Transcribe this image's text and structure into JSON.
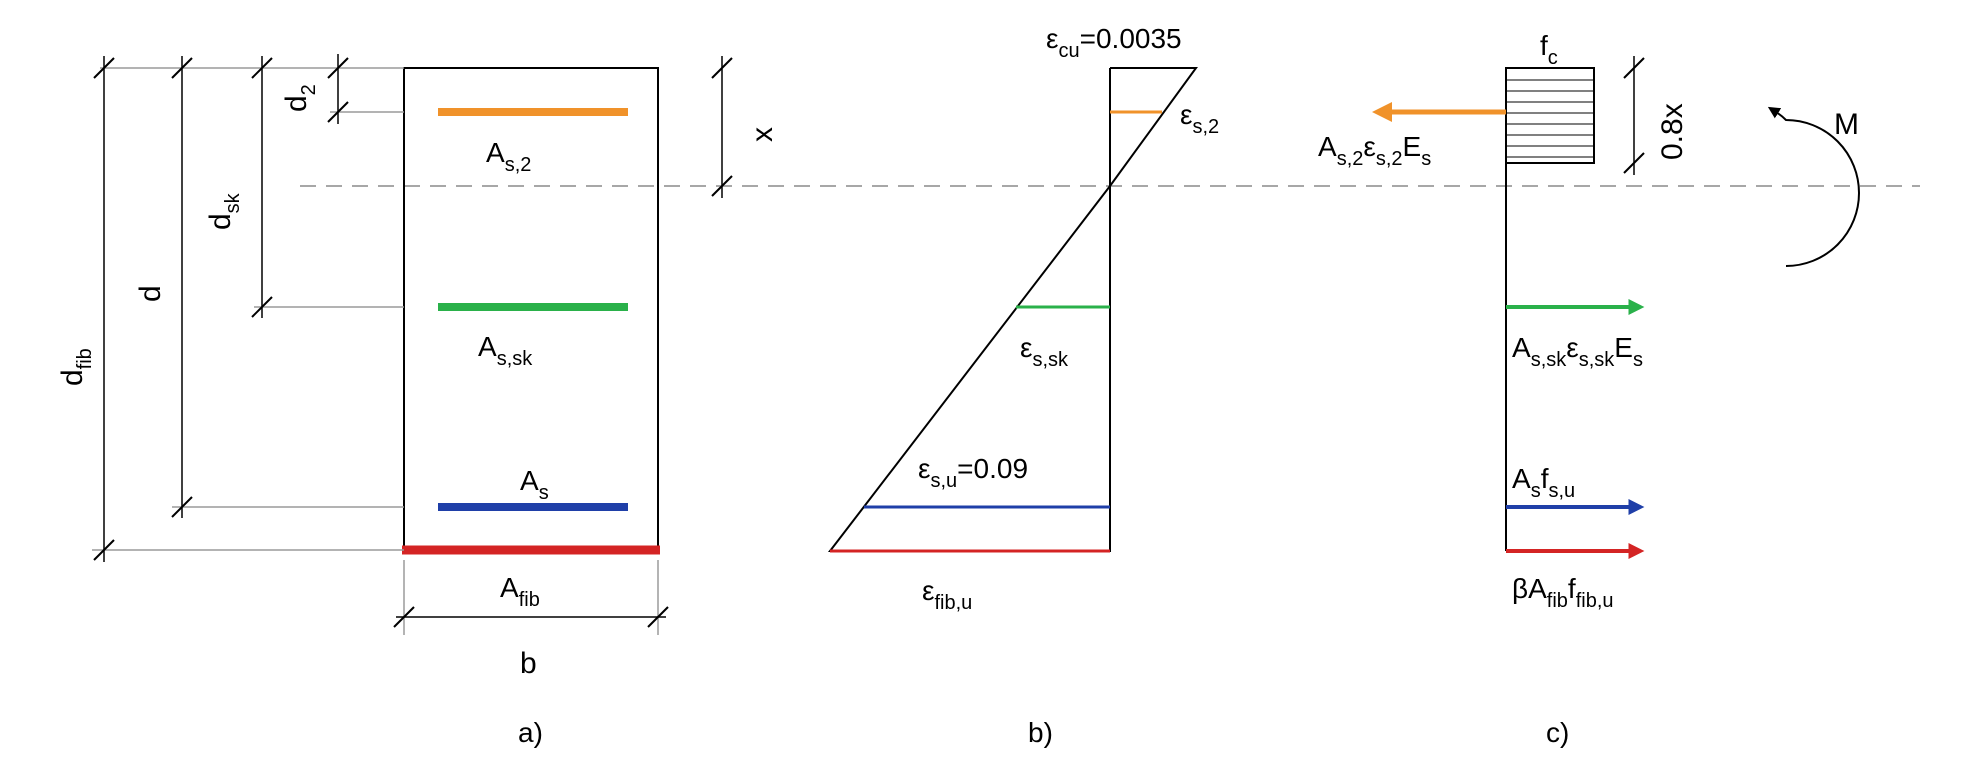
{
  "colors": {
    "orange": "#f0922a",
    "green": "#2ab14a",
    "blue": "#1f3fa8",
    "red": "#d42424",
    "line": "#000000",
    "dim_line": "#9a9a9a",
    "dash": "#8a8a8a"
  },
  "panel_a": {
    "caption": "a)",
    "width_label": "b",
    "bars": [
      {
        "base": "A",
        "sub": "s,2"
      },
      {
        "base": "A",
        "sub": "s,sk"
      },
      {
        "base": "A",
        "sub": "s"
      },
      {
        "base": "A",
        "sub": "fib"
      }
    ],
    "dims": {
      "d2": {
        "base": "d",
        "sub": "2"
      },
      "dsk": {
        "base": "d",
        "sub": "sk"
      },
      "d": "d",
      "dfib": {
        "base": "d",
        "sub": "fib"
      },
      "x": "x"
    }
  },
  "panel_b": {
    "caption": "b)",
    "top": {
      "base": "ε",
      "sub": "cu",
      "rest": "=0.0035"
    },
    "eps_s2": {
      "base": "ε",
      "sub": "s,2"
    },
    "eps_ssk": {
      "base": "ε",
      "sub": "s,sk"
    },
    "eps_su": {
      "base": "ε",
      "sub": "s,u",
      "rest": "=0.09"
    },
    "eps_fibu": {
      "base": "ε",
      "sub": "fib,u"
    }
  },
  "panel_c": {
    "caption": "c)",
    "fc": {
      "base": "f",
      "sub": "c"
    },
    "block_height": "0.8x",
    "moment": "M",
    "force_s2": {
      "p1": "A",
      "s1": "s,2",
      "p2": "ε",
      "s2": "s,2",
      "p3": "E",
      "s3": "s"
    },
    "force_ssk": {
      "p1": "A",
      "s1": "s,sk",
      "p2": "ε",
      "s2": "s,sk",
      "p3": "E",
      "s3": "s"
    },
    "force_s": {
      "p1": "A",
      "s1": "s",
      "p2": "f",
      "s2": "s,u"
    },
    "force_fib": {
      "p0": "β",
      "p1": "A",
      "s1": "fib",
      "p2": "f",
      "s2": "fib,u"
    }
  }
}
